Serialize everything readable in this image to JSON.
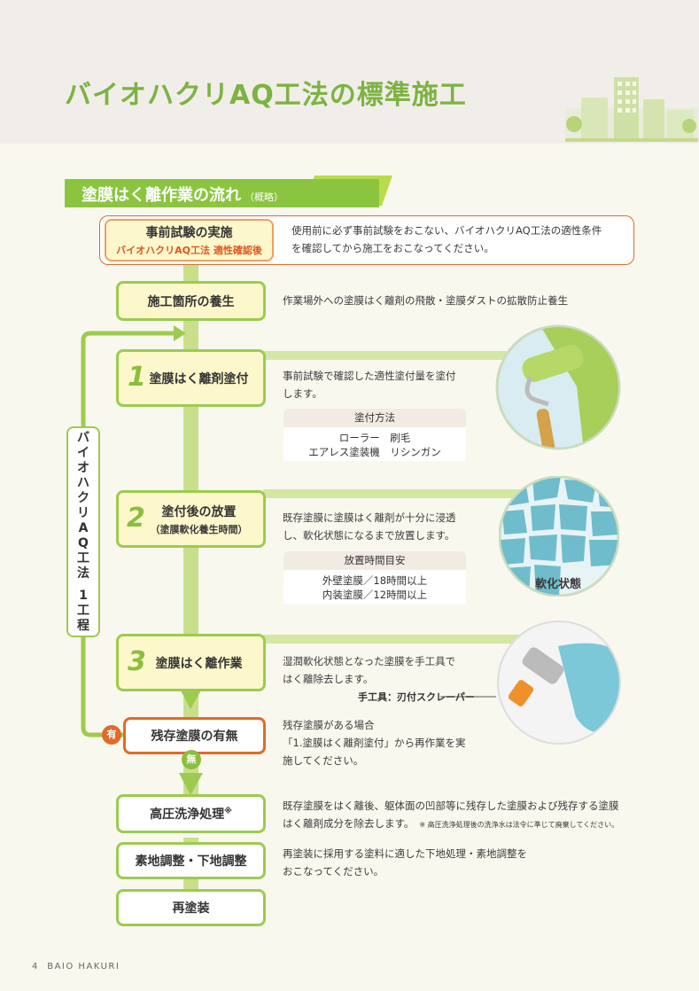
{
  "header": {
    "title": "バイオハクリAQ工法の標準施工"
  },
  "section": {
    "title": "塗膜はく離作業の流れ",
    "sub": "（概略）"
  },
  "pretest": {
    "title": "事前試験の実施",
    "sub": "バイオハクリAQ工法 適性確認後",
    "desc1": "使用前に必ず事前試験をおこない、バイオハクリAQ工法の適性条件",
    "desc2": "を確認してから施工をおこなってください。"
  },
  "curing": {
    "label": "施工箇所の養生",
    "desc": "作業場外への塗膜はく離剤の飛散・塗膜ダストの拡散防止養生"
  },
  "step1": {
    "num": "1",
    "label": "塗膜はく離剤塗付",
    "desc1": "事前試験で確認した適性塗付量を塗付",
    "desc2": "します。",
    "info_title": "塗付方法",
    "info_line1": "ローラー　刷毛",
    "info_line2": "エアレス塗装機　リシンガン"
  },
  "step2": {
    "num": "2",
    "label": "塗付後の放置",
    "sub": "（塗膜軟化養生時間）",
    "desc1": "既存塗膜に塗膜はく離剤が十分に浸透",
    "desc2": "し、軟化状態になるまで放置します。",
    "info_title": "放置時間目安",
    "info_line1": "外壁塗膜／18時間以上",
    "info_line2": "内装塗膜／12時間以上",
    "image_caption": "軟化状態"
  },
  "step3": {
    "num": "3",
    "label": "塗膜はく離作業",
    "desc1": "湿潤軟化状態となった塗膜を手工具で",
    "desc2": "はく離除去します。",
    "tool": "手工具：刃付スクレーパー"
  },
  "residual": {
    "label": "残存塗膜の有無",
    "yes": "有",
    "no": "無",
    "desc1": "残存塗膜がある場合",
    "desc2": "「1.塗膜はく離剤塗付」から再作業を実",
    "desc3": "施してください。"
  },
  "wash": {
    "label": "高圧洗浄処理",
    "mark": "※",
    "desc1": "既存塗膜をはく離後、躯体面の凹部等に残存した塗膜および残存する塗膜",
    "desc2": "はく離剤成分を除去します。",
    "note": "※ 高圧洗浄処理後の洗浄水は法令に準じて廃棄してください。"
  },
  "substrate": {
    "label": "素地調整・下地調整",
    "desc1": "再塗装に採用する塗料に適した下地処理・素地調整を",
    "desc2": "おこなってください。"
  },
  "repaint": {
    "label": "再塗装"
  },
  "loop": {
    "label": [
      "バ",
      "イ",
      "オ",
      "ハ",
      "ク",
      "リ",
      "A",
      "Q",
      "工",
      "法",
      "",
      "1",
      "工",
      "程"
    ]
  },
  "footer": {
    "page": "4",
    "brand": "BAIO HAKURI"
  },
  "colors": {
    "green": "#9ccb4f",
    "orange": "#e06a2a",
    "cream": "#fdf8cc"
  }
}
